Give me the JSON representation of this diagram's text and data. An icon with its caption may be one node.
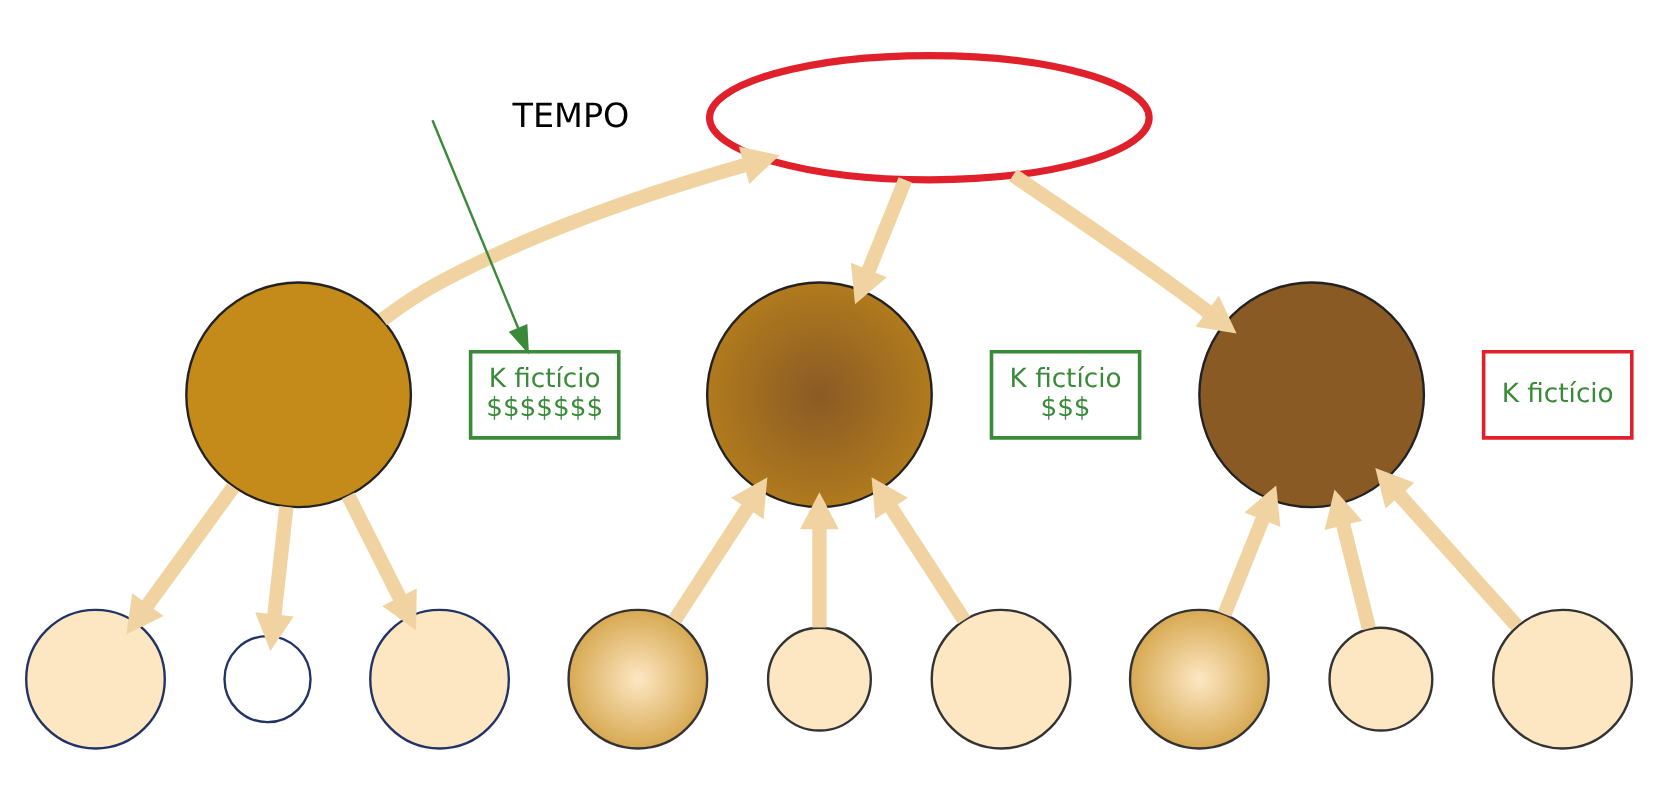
{
  "diagram": {
    "nodes": [
      {
        "text": [],
        "shape": "ellipse"
      },
      {
        "text": [],
        "shape": "circle"
      },
      {
        "text": [
          "K fictício",
          "$$$$$$$"
        ]
      },
      {
        "text": [],
        "shape": "circle"
      },
      {
        "text": [
          "K fictício",
          "$$$"
        ]
      },
      {
        "text": [],
        "shape": "circle"
      },
      {
        "text": [
          "K fictício"
        ]
      },
      {
        "text": [],
        "shape": "circle"
      },
      {
        "text": [],
        "shape": "circle"
      },
      {
        "text": [],
        "shape": "circle"
      },
      {
        "text": [],
        "shape": "circle"
      },
      {
        "text": [],
        "shape": "circle"
      },
      {
        "text": [],
        "shape": "circle"
      },
      {
        "text": [],
        "shape": "circle"
      },
      {
        "text": [],
        "shape": "circle"
      },
      {
        "text": [],
        "shape": "circle"
      }
    ],
    "edges": [
      {
        "from": 1,
        "to": 0,
        "arrow": "to"
      },
      {
        "from": 0,
        "to": 3,
        "arrow": "to"
      },
      {
        "from": 0,
        "to": 5,
        "arrow": "to"
      },
      {
        "from": null,
        "to": 2,
        "arrow": "to",
        "color": "#3a8a3a"
      },
      {
        "from": 1,
        "to": 7,
        "arrow": "to"
      },
      {
        "from": 1,
        "to": 8,
        "arrow": "to"
      },
      {
        "from": 1,
        "to": 9,
        "arrow": "to"
      },
      {
        "from": 10,
        "to": 3,
        "arrow": "to"
      },
      {
        "from": 11,
        "to": 3,
        "arrow": "to"
      },
      {
        "from": 12,
        "to": 3,
        "arrow": "to"
      },
      {
        "from": 13,
        "to": 5,
        "arrow": "to"
      },
      {
        "from": 14,
        "to": 5,
        "arrow": "to"
      },
      {
        "from": 15,
        "to": 5,
        "arrow": "to"
      }
    ],
    "labels": [
      "TEMPO"
    ]
  }
}
